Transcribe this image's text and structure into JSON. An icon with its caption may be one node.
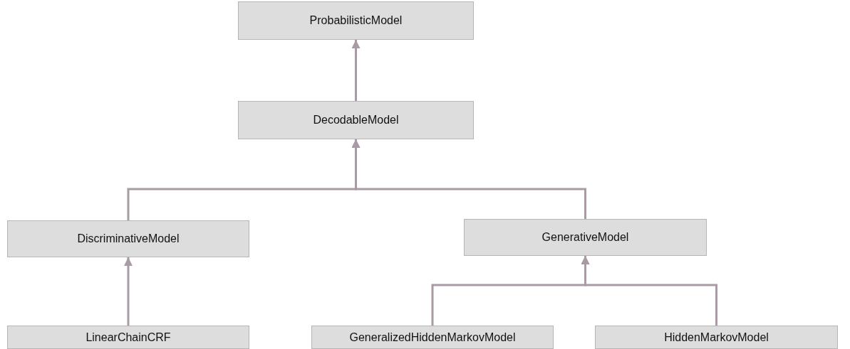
{
  "diagram": {
    "nodes": [
      {
        "text": [
          "ProbabilisticModel"
        ]
      },
      {
        "text": [
          "DecodableModel"
        ]
      },
      {
        "text": [
          "DiscriminativeModel"
        ]
      },
      {
        "text": [
          "GenerativeModel"
        ]
      },
      {
        "text": [
          "LinearChainCRF"
        ]
      },
      {
        "text": [
          "GeneralizedHiddenMarkovModel"
        ]
      },
      {
        "text": [
          "HiddenMarkovModel"
        ]
      }
    ],
    "edges": [
      {
        "from": 1,
        "to": 0,
        "arrow": "to"
      },
      {
        "from": 2,
        "to": 1,
        "arrow": "to"
      },
      {
        "from": 3,
        "to": 1,
        "arrow": "to"
      },
      {
        "from": 4,
        "to": 2,
        "arrow": "to"
      },
      {
        "from": 5,
        "to": 3,
        "arrow": "to"
      },
      {
        "from": 6,
        "to": 3,
        "arrow": "to"
      }
    ]
  }
}
